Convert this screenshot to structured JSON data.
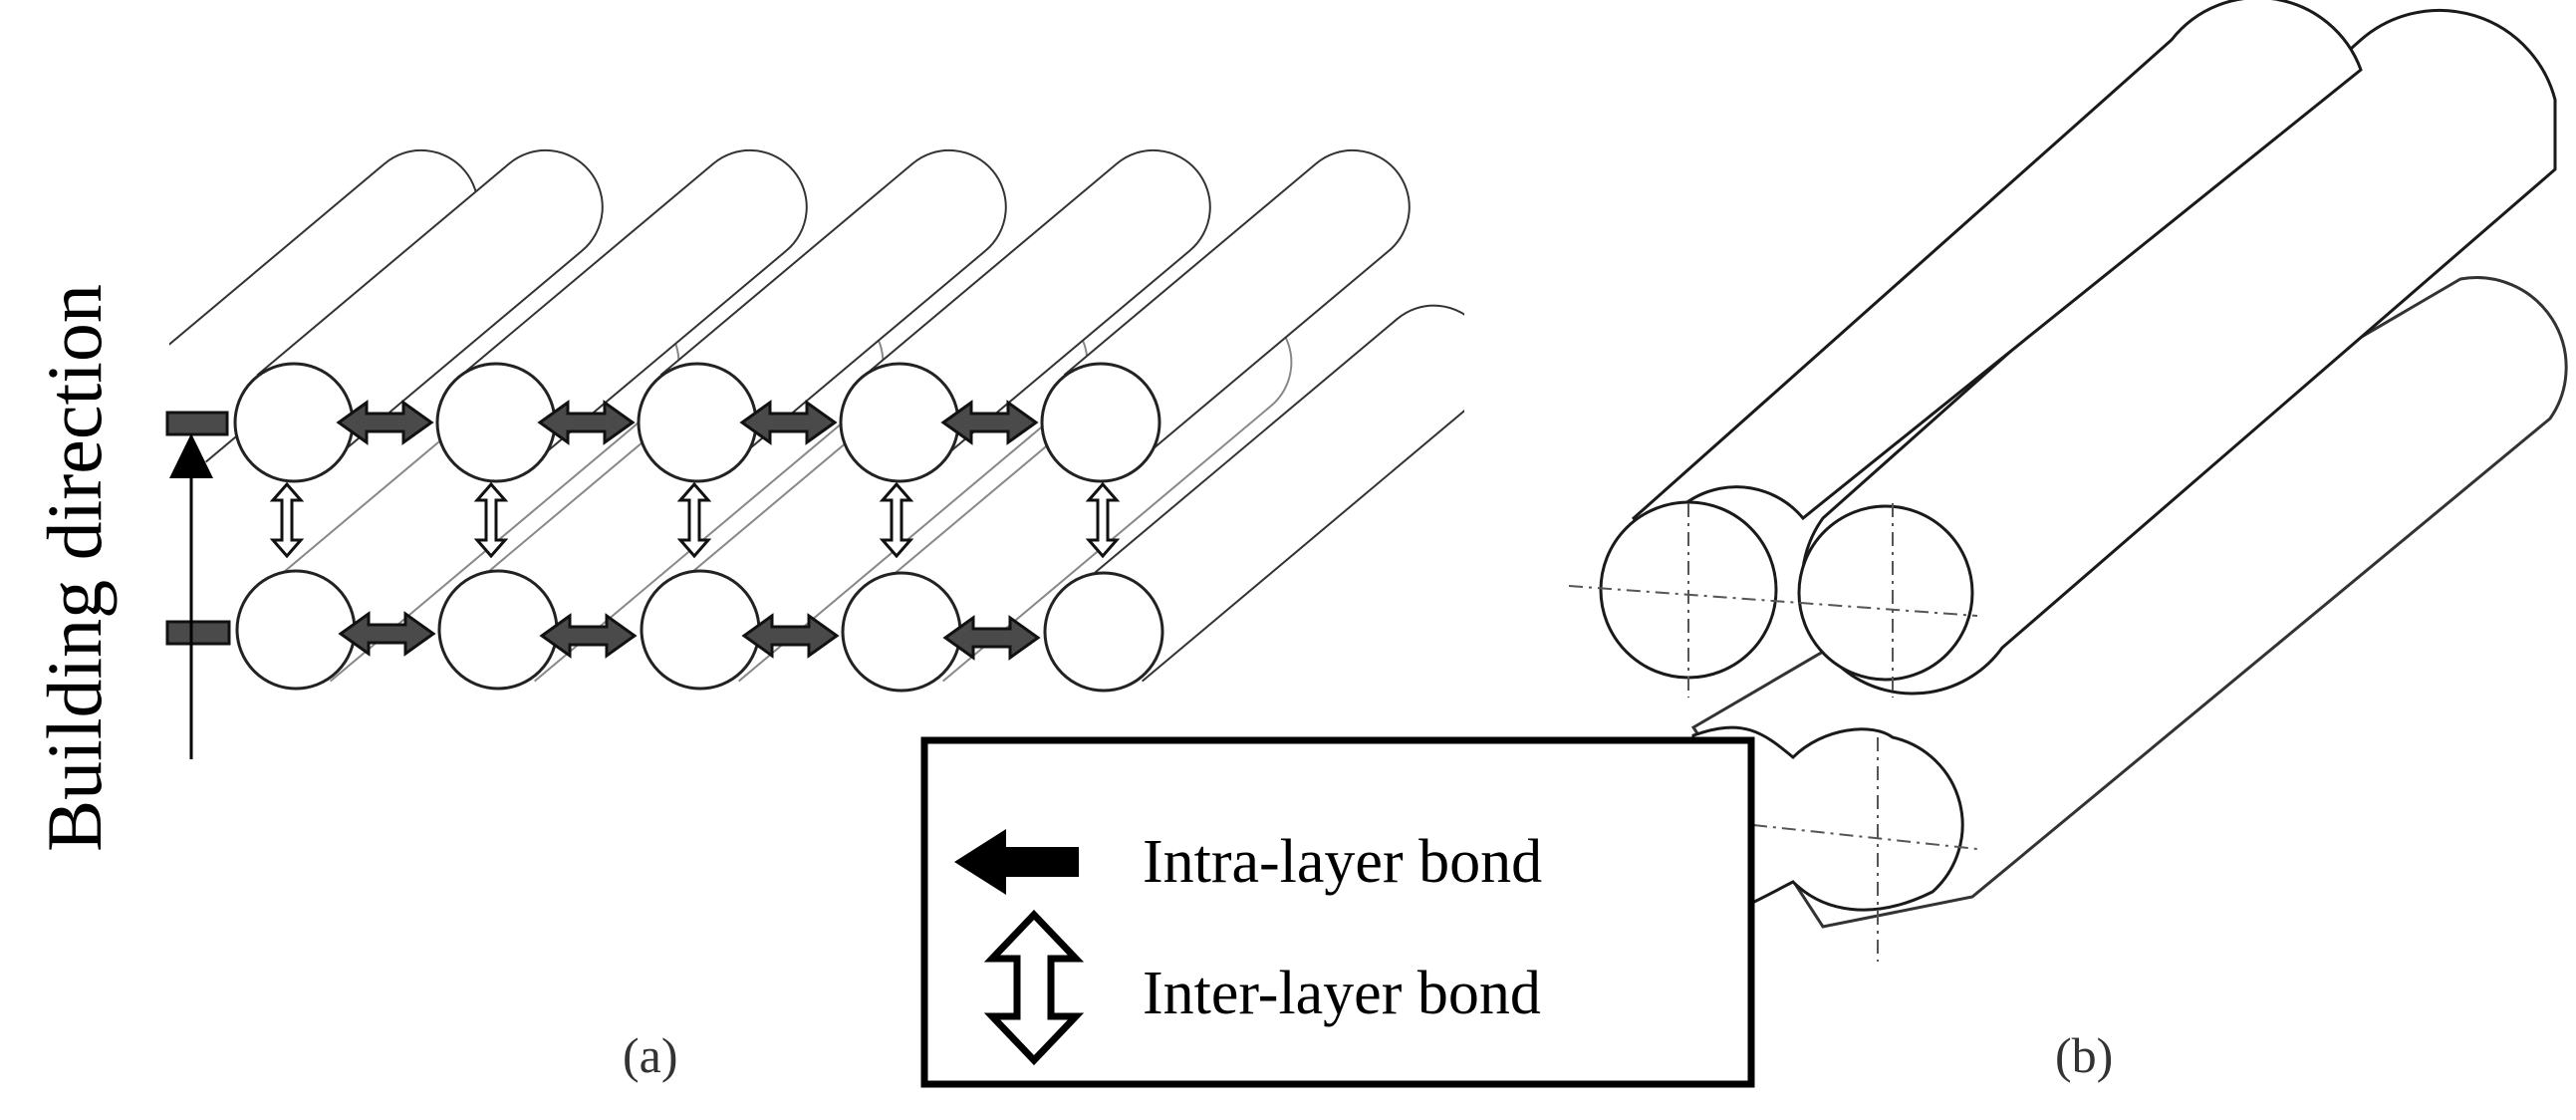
{
  "axis": {
    "building_direction": "Building direction"
  },
  "legend": {
    "intra_label": "Intra-layer bond",
    "inter_label": "Inter-layer bond"
  },
  "captions": {
    "a": "(a)",
    "b": "(b)"
  },
  "colors": {
    "stroke": "#1a1a1a",
    "intra_arrow": "#444444",
    "legend_fill": "#000000"
  }
}
